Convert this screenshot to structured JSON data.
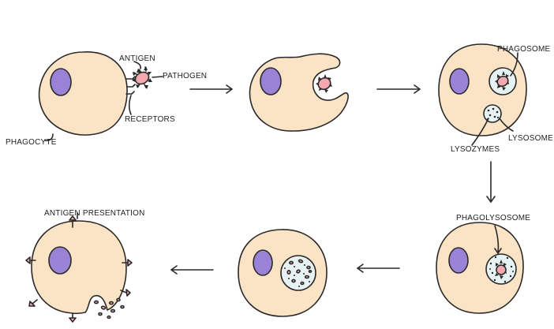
{
  "labels": {
    "antigen": "ANTIGEN",
    "pathogen": "PATHOGEN",
    "receptors": "RECEPTORS",
    "phagocyte": "PHAGOCYTE",
    "phagosome": "PHAGOSOME",
    "lysosome": "LYSOSOME",
    "lysozymes": "LYSOZYMES",
    "phagolysosome": "PHAGOLYSOSOME",
    "antigen_presentation": "ANTIGEN  PRESENTATION"
  },
  "colors": {
    "cytoplasm": "#fbe3c6",
    "nucleus": "#9a82d6",
    "pathogen": "#f3a9ad",
    "vesicle": "#e7f2f2",
    "outline": "#2a2a2a"
  }
}
